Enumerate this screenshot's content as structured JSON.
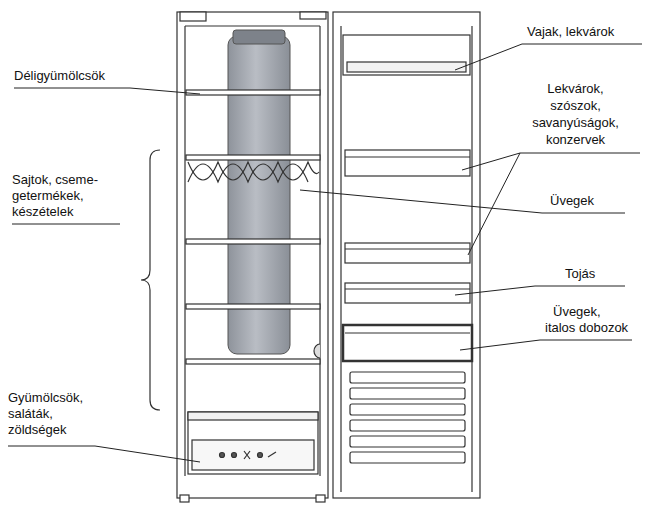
{
  "diagram": {
    "labels": [
      "Déligyümölcsök",
      "Sajtok, cseme- getermékek, készételek",
      "Gyümölcsök, saláták, zöldségek",
      "Vajak, lekvárok",
      "Lekvárok, szószok, savanyúságok, konzervek",
      "Üvegek",
      "Tojás",
      "Üvegek, italos dobozok"
    ]
  }
}
